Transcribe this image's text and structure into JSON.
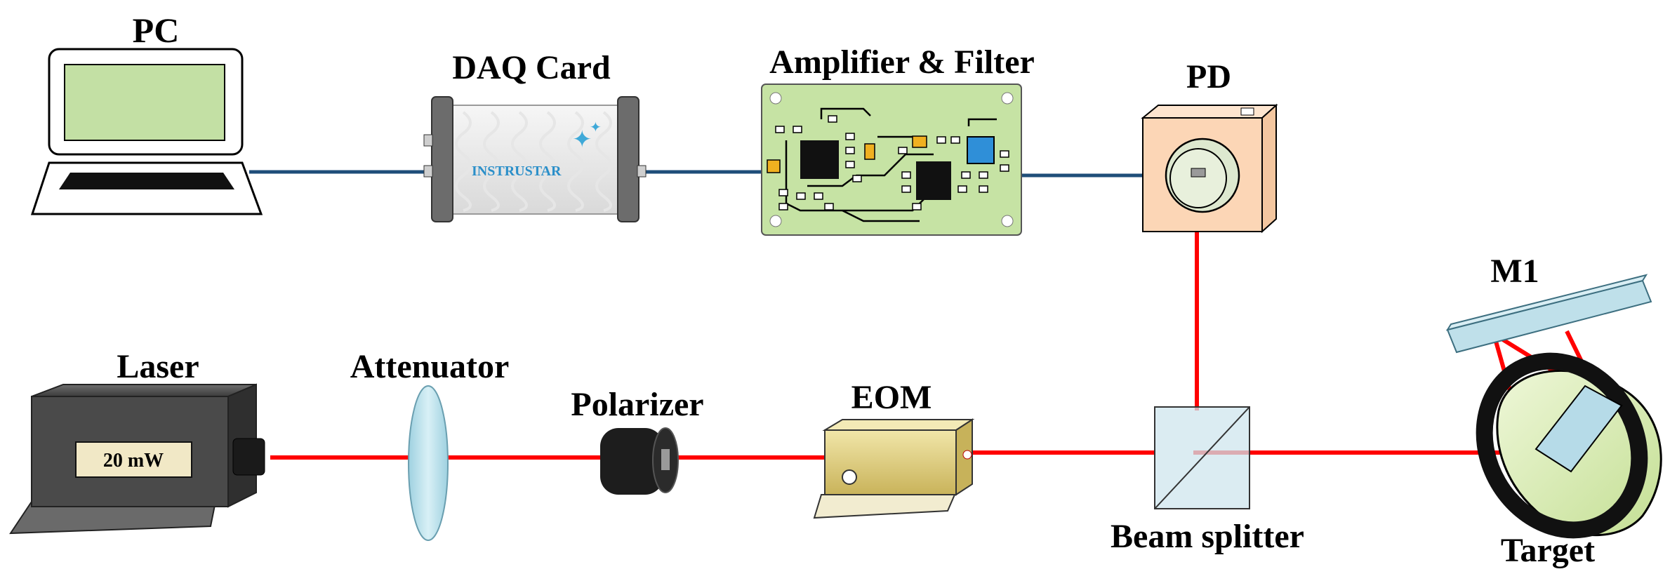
{
  "labels": {
    "pc": "PC",
    "daq": "DAQ Card",
    "amp": "Amplifier & Filter",
    "pd": "PD",
    "m1": "M1",
    "laser": "Laser",
    "attenuator": "Attenuator",
    "polarizer": "Polarizer",
    "eom": "EOM",
    "beam_splitter": "Beam splitter",
    "target": "Target"
  },
  "laser_power": "20 mW",
  "daq_brand": "INSTRUSTAR",
  "colors": {
    "beam": "#ff0000",
    "cable": "#1f4e79",
    "pc_screen": "#c3e0a4",
    "pcb": "#c6e3a4",
    "pd_body": "#fcd6b6",
    "eom_body": "#e3cf7a",
    "optic_glass": "#bfe3ee",
    "laser_body": "#4a4a4a"
  }
}
